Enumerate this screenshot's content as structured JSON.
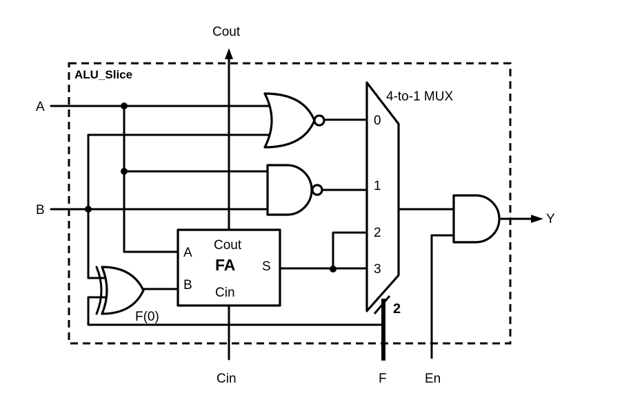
{
  "block": {
    "title": "ALU_Slice"
  },
  "ports": {
    "a": "A",
    "b": "B",
    "cout": "Cout",
    "cin": "Cin",
    "f": "F",
    "en": "En",
    "y": "Y"
  },
  "mux": {
    "title": "4-to-1 MUX",
    "inputs": [
      "0",
      "1",
      "2",
      "3"
    ],
    "select_width": "2"
  },
  "full_adder": {
    "title": "FA",
    "pin_a": "A",
    "pin_b": "B",
    "pin_cout": "Cout",
    "pin_cin": "Cin",
    "pin_s": "S"
  },
  "xor_gate": {
    "control_label": "F(0)"
  },
  "gates": [
    "NOR",
    "NAND",
    "XOR",
    "AND"
  ]
}
